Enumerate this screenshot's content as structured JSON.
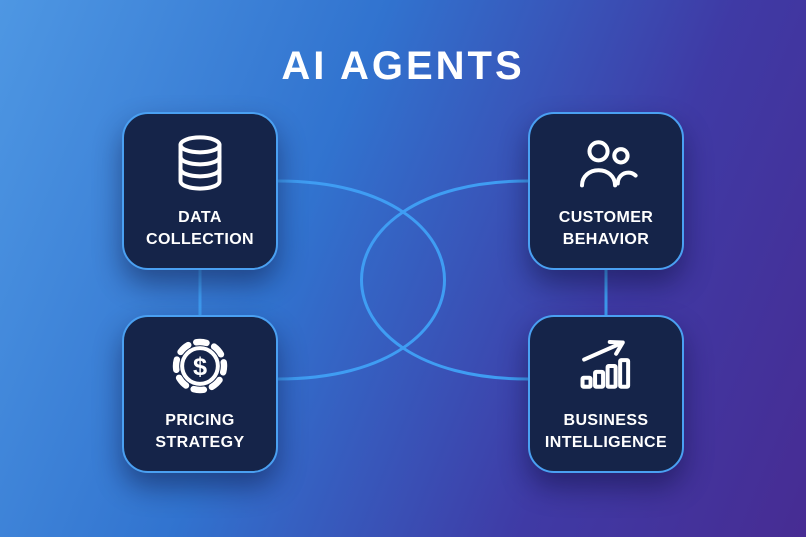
{
  "title": "AI AGENTS",
  "colors": {
    "bg-start": "#4e97e3",
    "bg-mid1": "#3173cf",
    "bg-mid2": "#3f3aa5",
    "bg-end": "#472c93",
    "card-bg": "#152449",
    "card-border": "#4aa0f2",
    "line": "#3f9df3",
    "text": "#ffffff"
  },
  "cards": [
    {
      "label": "DATA COLLECTION",
      "icon": "database-icon",
      "position": "top-left"
    },
    {
      "label": "CUSTOMER BEHAVIOR",
      "icon": "users-icon",
      "position": "top-right"
    },
    {
      "label": "PRICING STRATEGY",
      "icon": "gear-dollar-icon",
      "position": "bottom-left"
    },
    {
      "label": "BUSINESS INTELLIGENCE",
      "icon": "bar-chart-arrow-icon",
      "position": "bottom-right"
    }
  ]
}
